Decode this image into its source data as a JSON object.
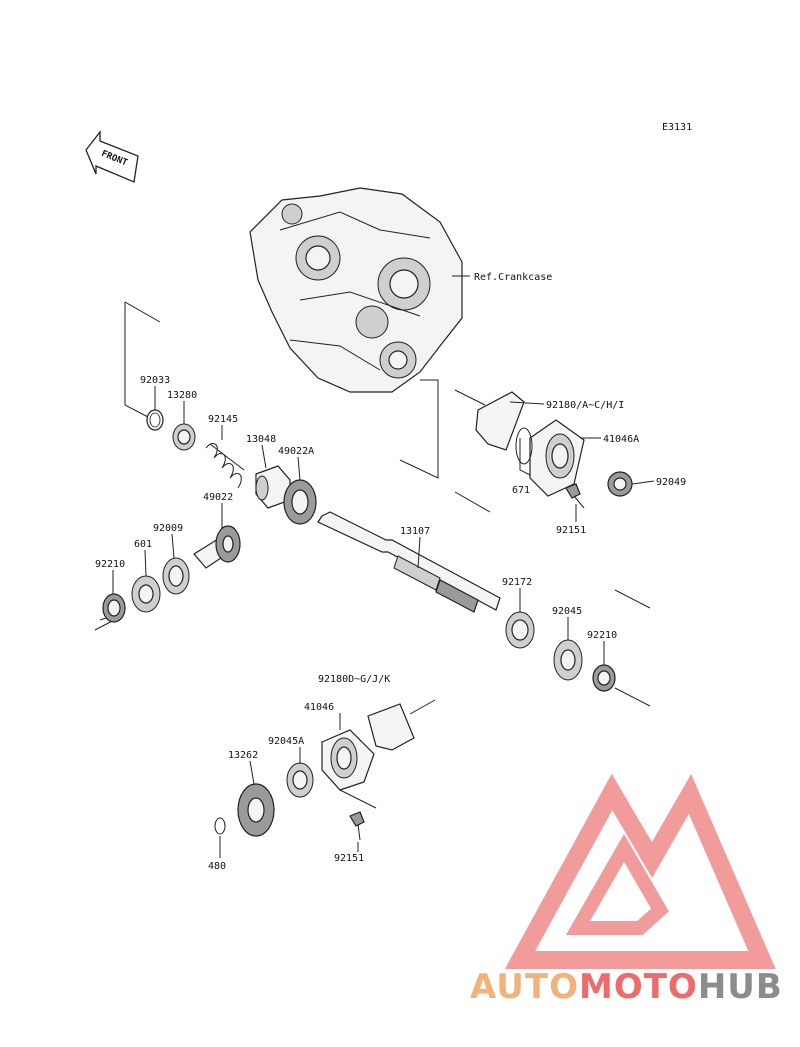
{
  "diagram_code": "E3131",
  "front_label": "FRONT",
  "ref_label": "Ref.Crankcase",
  "parts": {
    "p92033": "92033",
    "p13280": "13280",
    "p92145": "92145",
    "p13048": "13048",
    "p49022A": "49022A",
    "p49022": "49022",
    "p92009": "92009",
    "p601": "601",
    "p92210a": "92210",
    "p13107": "13107",
    "p92172": "92172",
    "p92045": "92045",
    "p92210b": "92210",
    "p92180A": "92180/A~C/H/I",
    "p41046A": "41046A",
    "p671": "671",
    "p92049": "92049",
    "p92151a": "92151",
    "p92180D": "92180D~G/J/K",
    "p41046": "41046",
    "p92045A": "92045A",
    "p13262": "13262",
    "p480": "480",
    "p92151b": "92151"
  },
  "watermark": {
    "part1": "AUTO",
    "part2": "MOTO",
    "part3": "HUB",
    "color_auto": "#f3b27a",
    "color_moto": "#ef6a6a",
    "color_hub": "#8c8c8c",
    "color_triangle": "#f08a8a"
  }
}
